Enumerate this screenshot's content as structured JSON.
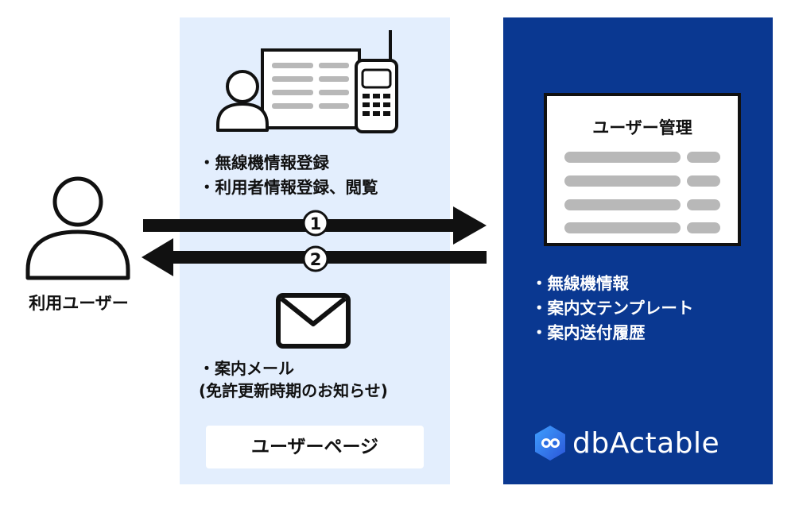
{
  "user": {
    "label": "利用ユーザー",
    "icon": "person-icon"
  },
  "user_page": {
    "label": "ユーザーページ",
    "register_items": [
      "無線機情報登録",
      "利用者情報登録、閲覧"
    ],
    "mail_lines": [
      "・案内メール",
      "(免許更新時期のお知らせ)"
    ],
    "icons": [
      "operator-icon",
      "document-icon",
      "radio-icon",
      "mail-icon"
    ]
  },
  "flows": [
    {
      "number": "1",
      "direction": "right"
    },
    {
      "number": "2",
      "direction": "left"
    }
  ],
  "dbactable": {
    "card_title": "ユーザー管理",
    "items": [
      "無線機情報",
      "案内文テンプレート",
      "案内送付履歴"
    ],
    "logo_text": "dbActable",
    "icon": "dbactable-logo-icon"
  },
  "colors": {
    "panel_light": "#e3eefd",
    "panel_dark": "#0a3891",
    "arrow": "#111111"
  }
}
